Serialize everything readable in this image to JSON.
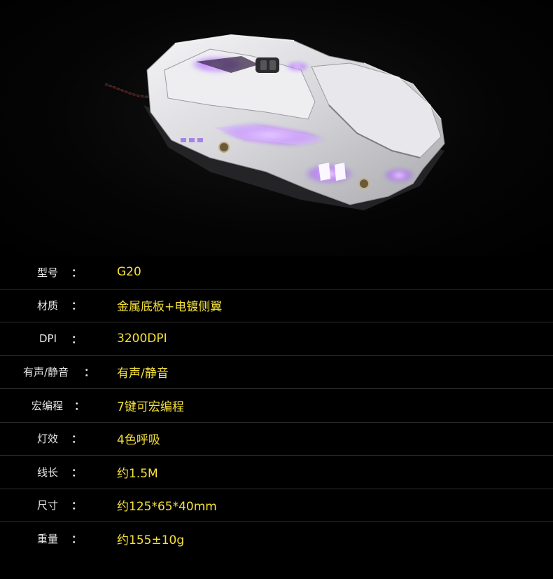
{
  "product": {
    "image_name": "gaming-mouse-white-rgb"
  },
  "colors": {
    "background": "#000000",
    "label": "#e6e6e6",
    "value": "#f5e13a",
    "divider": "#2f2f2f",
    "glow": "#c9a3ff"
  },
  "specs": [
    {
      "label": "型号",
      "colon": "：",
      "value": "G20"
    },
    {
      "label": "材质",
      "colon": "：",
      "value": "金属底板+电镀侧翼"
    },
    {
      "label": "DPI",
      "colon": "：",
      "value": "3200DPI"
    },
    {
      "label": "有声/静音",
      "colon": "：",
      "value": "有声/静音"
    },
    {
      "label": "宏编程",
      "colon": "：",
      "value": "7键可宏编程"
    },
    {
      "label": "灯效",
      "colon": "：",
      "value": "4色呼吸"
    },
    {
      "label": "线长",
      "colon": "：",
      "value": "约1.5M"
    },
    {
      "label": "尺寸",
      "colon": "：",
      "value": "约125*65*40mm"
    },
    {
      "label": "重量",
      "colon": "：",
      "value": "约155±10g"
    }
  ]
}
